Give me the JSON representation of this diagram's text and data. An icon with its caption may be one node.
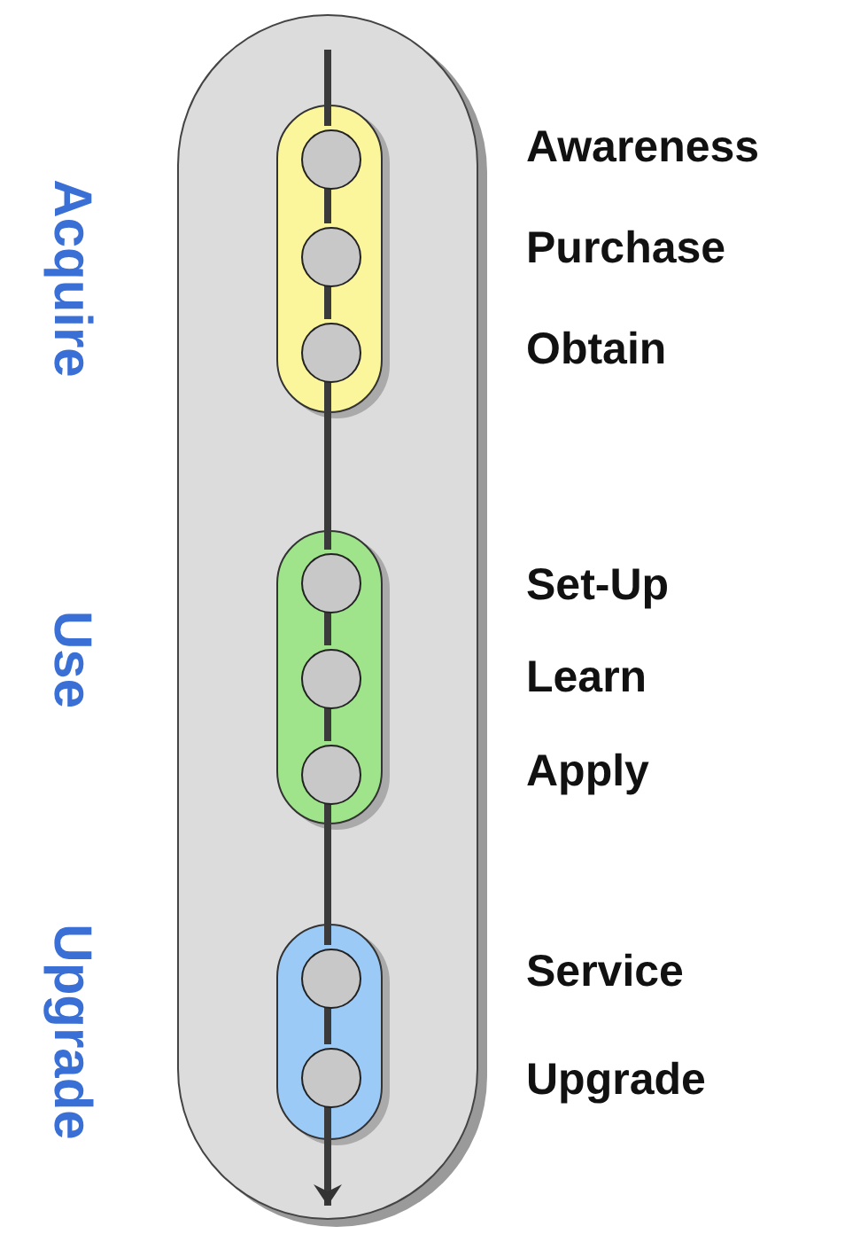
{
  "diagram": {
    "nodes": [
      {
        "text": [],
        "shape": "box"
      },
      {
        "text": [],
        "shape": "box",
        "in": 0,
        "beside": [
          "Acquire"
        ]
      },
      {
        "text": [],
        "shape": "circle",
        "in": 1,
        "beside": [
          "Awareness"
        ]
      },
      {
        "text": [],
        "shape": "circle",
        "in": 1,
        "beside": [
          "Purchase"
        ]
      },
      {
        "text": [],
        "shape": "circle",
        "in": 1,
        "beside": [
          "Obtain"
        ]
      },
      {
        "text": [],
        "shape": "box",
        "in": 0,
        "beside": [
          "Use"
        ]
      },
      {
        "text": [],
        "shape": "circle",
        "in": 5,
        "beside": [
          "Set-Up"
        ]
      },
      {
        "text": [],
        "shape": "circle",
        "in": 5,
        "beside": [
          "Learn"
        ]
      },
      {
        "text": [],
        "shape": "circle",
        "in": 5,
        "beside": [
          "Apply"
        ]
      },
      {
        "text": [],
        "shape": "box",
        "in": 0,
        "beside": [
          "Upgrade"
        ]
      },
      {
        "text": [],
        "shape": "circle",
        "in": 9,
        "beside": [
          "Service"
        ]
      },
      {
        "text": [],
        "shape": "circle",
        "in": 9,
        "beside": [
          "Upgrade"
        ]
      }
    ],
    "edges": [
      {
        "from": null,
        "to": 2,
        "arrow": "none"
      },
      {
        "from": 2,
        "to": 3,
        "arrow": "none"
      },
      {
        "from": 3,
        "to": 4,
        "arrow": "none"
      },
      {
        "from": 4,
        "to": 6,
        "arrow": "none"
      },
      {
        "from": 6,
        "to": 7,
        "arrow": "none"
      },
      {
        "from": 7,
        "to": 8,
        "arrow": "none"
      },
      {
        "from": 8,
        "to": 10,
        "arrow": "none"
      },
      {
        "from": 10,
        "to": 11,
        "arrow": "none"
      },
      {
        "from": 11,
        "to": null,
        "arrow": "to"
      }
    ]
  }
}
